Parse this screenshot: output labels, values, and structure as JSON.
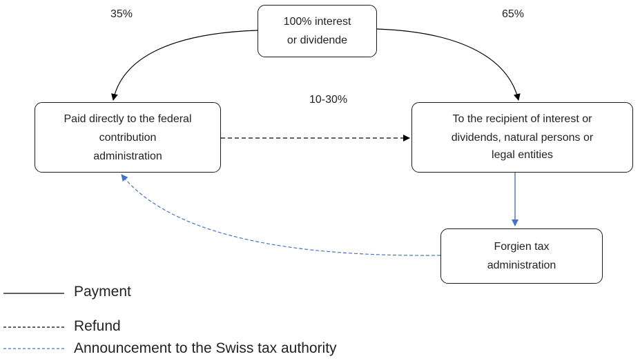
{
  "nodes": {
    "top": [
      "100% interest",
      "or dividende"
    ],
    "left": [
      "Paid directly to the federal",
      "contribution",
      "administration"
    ],
    "right": [
      "To the recipient of interest or",
      "dividends, natural persons or",
      "legal entities"
    ],
    "bottom": [
      "Forgien tax",
      "administration"
    ]
  },
  "edge_labels": {
    "top_to_left": "35%",
    "top_to_right": "65%",
    "left_to_right": "10-30%"
  },
  "legend": {
    "payment": "Payment",
    "refund": "Refund",
    "announcement": "Announcement to the Swiss tax authority"
  },
  "colors": {
    "payment": "#000000",
    "refund": "#000000",
    "announcement": "#4472c4",
    "recipient_to_foreign": "#4472c4"
  }
}
